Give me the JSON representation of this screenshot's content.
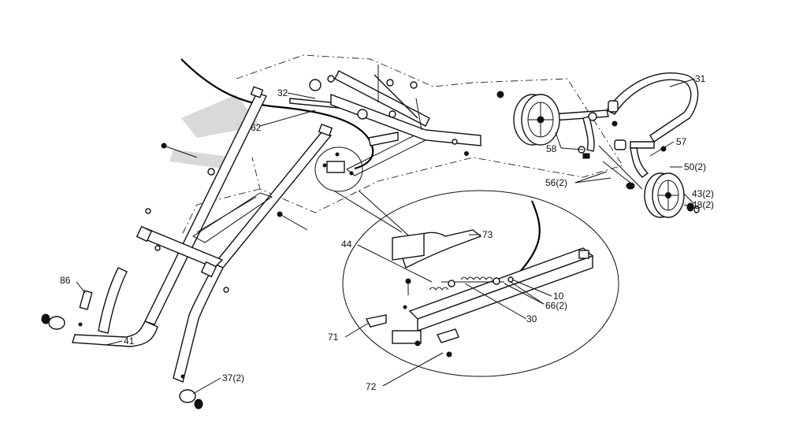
{
  "diagram": {
    "callouts": [
      {
        "id": "31",
        "text": "31"
      },
      {
        "id": "32",
        "text": "32"
      },
      {
        "id": "62",
        "text": "62"
      },
      {
        "id": "58",
        "text": "58"
      },
      {
        "id": "57",
        "text": "57"
      },
      {
        "id": "50",
        "text": "50(2)"
      },
      {
        "id": "56",
        "text": "56(2)"
      },
      {
        "id": "43",
        "text": "43(2)"
      },
      {
        "id": "48",
        "text": "48(2)"
      },
      {
        "id": "73",
        "text": "73"
      },
      {
        "id": "44",
        "text": "44"
      },
      {
        "id": "10",
        "text": "10"
      },
      {
        "id": "66",
        "text": "66(2)"
      },
      {
        "id": "30",
        "text": "30"
      },
      {
        "id": "71",
        "text": "71"
      },
      {
        "id": "72",
        "text": "72"
      },
      {
        "id": "86",
        "text": "86"
      },
      {
        "id": "41",
        "text": "41"
      },
      {
        "id": "37",
        "text": "37(2)"
      }
    ]
  }
}
